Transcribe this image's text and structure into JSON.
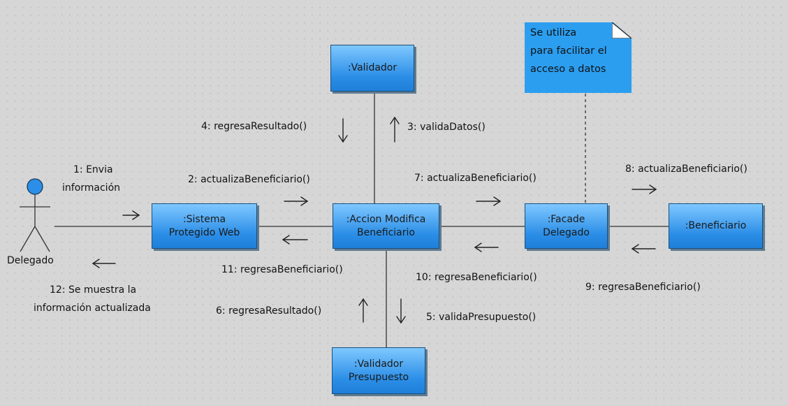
{
  "objects": {
    "sistema": ":Sistema\nProtegido Web",
    "accion": ":Accion Modifica\nBeneficiario",
    "validador": ":Validador",
    "facade": ":Facade\nDelegado",
    "beneficiario": ":Beneficiario",
    "validador_presupuesto": ":Validador\nPresupuesto"
  },
  "actor": {
    "name": "Delegado"
  },
  "note": {
    "line1": "Se utiliza",
    "line2": "para facilitar el",
    "line3": "acceso a datos"
  },
  "messages": {
    "m1a": "1: Envia",
    "m1b": "información",
    "m2": "2: actualizaBeneficiario()",
    "m3": "3: validaDatos()",
    "m4": "4: regresaResultado()",
    "m5": "5: validaPresupuesto()",
    "m6": "6: regresaResultado()",
    "m7": "7: actualizaBeneficiario()",
    "m8": "8: actualizaBeneficiario()",
    "m9": "9: regresaBeneficiario()",
    "m10": "10: regresaBeneficiario()",
    "m11": "11: regresaBeneficiario()",
    "m12a": "12: Se muestra la",
    "m12b": "información actualizada"
  },
  "colors": {
    "object_fill": "#2a8de6",
    "note_fill": "#2b9ef0",
    "line": "#333333"
  }
}
